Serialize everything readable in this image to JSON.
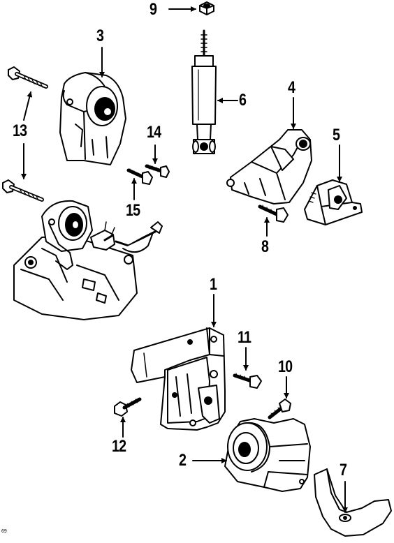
{
  "callouts": [
    {
      "id": "9",
      "label": "9"
    },
    {
      "id": "3",
      "label": "3"
    },
    {
      "id": "6",
      "label": "6"
    },
    {
      "id": "4",
      "label": "4"
    },
    {
      "id": "5",
      "label": "5"
    },
    {
      "id": "13",
      "label": "13"
    },
    {
      "id": "14",
      "label": "14"
    },
    {
      "id": "15",
      "label": "15"
    },
    {
      "id": "8",
      "label": "8"
    },
    {
      "id": "1",
      "label": "1"
    },
    {
      "id": "11",
      "label": "11"
    },
    {
      "id": "10",
      "label": "10"
    },
    {
      "id": "12",
      "label": "12"
    },
    {
      "id": "2",
      "label": "2"
    },
    {
      "id": "7",
      "label": "7"
    }
  ],
  "footnote": "69",
  "colors": {
    "ink": "#000000",
    "paper": "#ffffff"
  }
}
